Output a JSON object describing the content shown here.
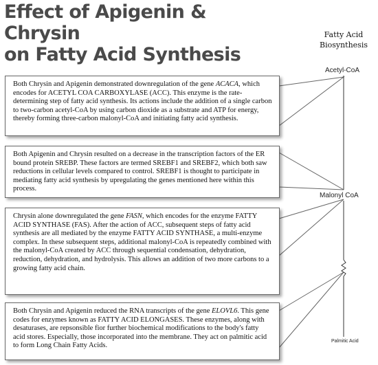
{
  "title": {
    "line1": "Effect of Apigenin & Chrysin",
    "line2": "on Fatty Acid Synthesis"
  },
  "pathway": {
    "title_line1": "Fatty Acid",
    "title_line2": "Biosynthesis",
    "start": "Acetyl-CoA",
    "middle": "Malonyl CoA",
    "end": "Palmitic Acid"
  },
  "callouts": [
    {
      "segments": [
        {
          "text": "Both Chrysin and Apigenin demonstrated downregulation of the gene ",
          "italic": false
        },
        {
          "text": "ACACA",
          "italic": true
        },
        {
          "text": ", which encodes for ACETYL COA CARBOXYLASE (ACC). This enzyme is the rate-determining step of fatty acid synthesis. Its actions include the addition of a single carbon to two-carbon acetyl-CoA by using carbon dioxide as a substrate and ATP for energy, thereby forming three-carbon malonyl-CoA and initiating fatty acid synthesis.",
          "italic": false
        }
      ]
    },
    {
      "segments": [
        {
          "text": "Both Apigenin and Chrysin resulted on a decrease in the transcription factors of the ER bound protein SREBP. These factors are termed SREBF1 and SREBF2, which both saw reductions in cellular levels compared to control. SREBF1 is thought to participate in mediating fatty acid synthesis by upregulating the genes mentioned here within this process.",
          "italic": false
        }
      ]
    },
    {
      "segments": [
        {
          "text": "Chrysin alone downregulated the gene ",
          "italic": false
        },
        {
          "text": "FASN",
          "italic": true
        },
        {
          "text": ", which encodes for the enzyme FATTY ACID SYNTHASE (FAS). After the action of ACC, subsequent steps of fatty acid synthesis are all mediated by the enzyme FATTY ACID SYNTHASE, a multi-enzyme complex.  In these subsequent steps, additional malonyl-CoA is repeatedly combined with the malonyl-CoA created by ACC through sequential condensation, dehydration, reduction, dehydration, and hydrolysis. This allows an addition of two more carbons to a growing fatty acid chain.",
          "italic": false
        }
      ]
    },
    {
      "segments": [
        {
          "text": "Both Chrysin and Apigenin reduced the RNA transcripts of the gene ",
          "italic": false
        },
        {
          "text": "ELOVL6",
          "italic": true
        },
        {
          "text": ". This gene codes for enzymes known as FATTY ACID ELONGASES. These enzymes, along with desaturases, are repsonsible fior further biochemical modifications to the body's fatty acid stores. Especially, those incorporated into the membrane. They act on palmitic acid to form Long Chain Fatty Acids.",
          "italic": false
        }
      ]
    }
  ]
}
